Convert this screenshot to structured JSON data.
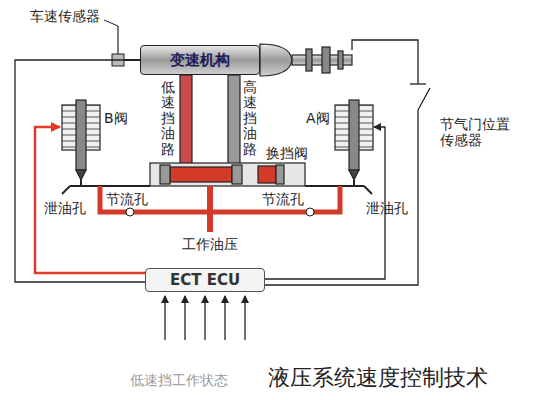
{
  "diagram": {
    "caption": "液压系统速度控制技术",
    "nodes": [
      {
        "text": [
          "变速机构"
        ]
      },
      {
        "text": [
          "ECT ECU"
        ]
      }
    ],
    "edges": [
      {
        "from": 0,
        "to": 1,
        "arrow": "none"
      }
    ],
    "labels": [
      "车速传感器",
      "低速挡油路",
      "高速挡油路",
      "B阀",
      "A阀",
      "节气门位置 传感器",
      "换挡阀",
      "节流孔",
      "节流孔",
      "泄油孔",
      "泄油孔",
      "工作油压",
      "低速挡工作状态"
    ]
  }
}
